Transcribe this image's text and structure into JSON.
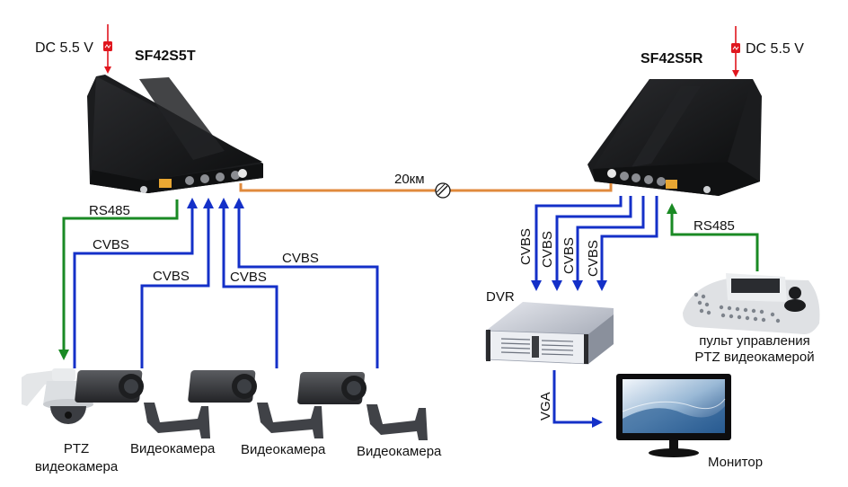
{
  "colors": {
    "video_line": "#1430c8",
    "control_line": "#1a8a24",
    "fiber_line": "#e08a3c",
    "power_line": "#e0161e",
    "device_body": "#1b1c1e"
  },
  "transmitter": {
    "model": "SF42S5T",
    "power_label": "DC 5.5 V",
    "icon": "fiber-transmitter-icon"
  },
  "receiver": {
    "model": "SF42S5R",
    "power_label": "DC 5.5 V",
    "icon": "fiber-receiver-icon"
  },
  "fiber_link": {
    "distance_label": "20км",
    "icon": "fiber-break-symbol-icon"
  },
  "left_links": {
    "rs485_label": "RS485",
    "cvbs_labels": [
      "CVBS",
      "CVBS",
      "CVBS",
      "CVBS"
    ]
  },
  "right_links": {
    "rs485_label": "RS485",
    "cvbs_labels": [
      "CVBS",
      "CVBS",
      "CVBS",
      "CVBS"
    ],
    "vga_label": "VGA"
  },
  "cameras": [
    {
      "label_line1": "PTZ",
      "label_line2": "видеокамера",
      "icon": "ptz-dome-camera-icon"
    },
    {
      "label_line1": "Видеокамера",
      "icon": "bullet-camera-icon"
    },
    {
      "label_line1": "Видеокамера",
      "icon": "bullet-camera-icon"
    },
    {
      "label_line1": "Видеокамера",
      "icon": "bullet-camera-icon"
    }
  ],
  "dvr": {
    "label": "DVR",
    "icon": "dvr-rack-icon"
  },
  "controller": {
    "label_line1": "пульт управления",
    "label_line2": "PTZ видеокамерой",
    "icon": "ptz-keyboard-controller-icon"
  },
  "monitor": {
    "label": "Монитор",
    "icon": "monitor-icon"
  }
}
